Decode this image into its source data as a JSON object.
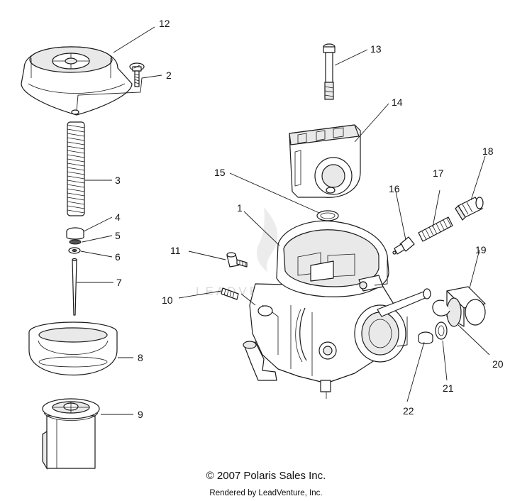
{
  "diagram": {
    "callouts": [
      "12",
      "2",
      "3",
      "4",
      "5",
      "6",
      "7",
      "8",
      "9",
      "13",
      "14",
      "15",
      "1",
      "16",
      "17",
      "18",
      "19",
      "11",
      "10",
      "20",
      "21",
      "22"
    ]
  },
  "watermark": {
    "text": "LEADVENTURE"
  },
  "footer": {
    "copyright": "© 2007 Polaris Sales Inc.",
    "rendered_by": "Rendered by LeadVenture, Inc."
  }
}
